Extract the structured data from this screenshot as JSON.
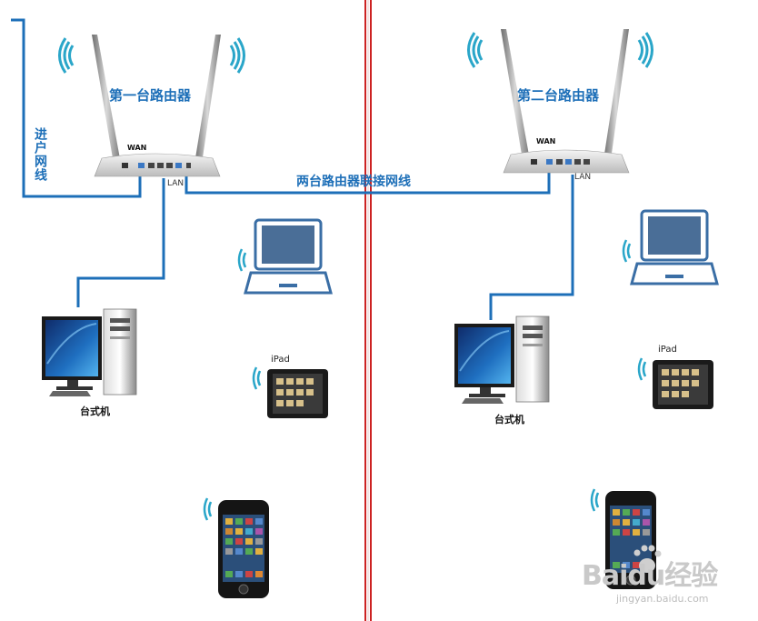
{
  "router1": {
    "title": "第一台路由器",
    "wan": "WAN",
    "lan": "LAN"
  },
  "router2": {
    "title": "第二台路由器",
    "wan": "WAN",
    "lan": "LAN"
  },
  "incoming_cable_label": "进户网线",
  "link_cable_label": "两台路由器联接网线",
  "left_devices": {
    "desktop_label": "台式机",
    "ipad_label": "iPad"
  },
  "right_devices": {
    "desktop_label": "台式机",
    "ipad_label": "iPad"
  },
  "watermark": {
    "logo": "Baidu经验",
    "url": "jingyan.baidu.com"
  },
  "colors": {
    "cable": "#1d6fb8",
    "divider": "#cc2222",
    "label": "#1d6fb8",
    "wifi": "#2aa6c9"
  }
}
